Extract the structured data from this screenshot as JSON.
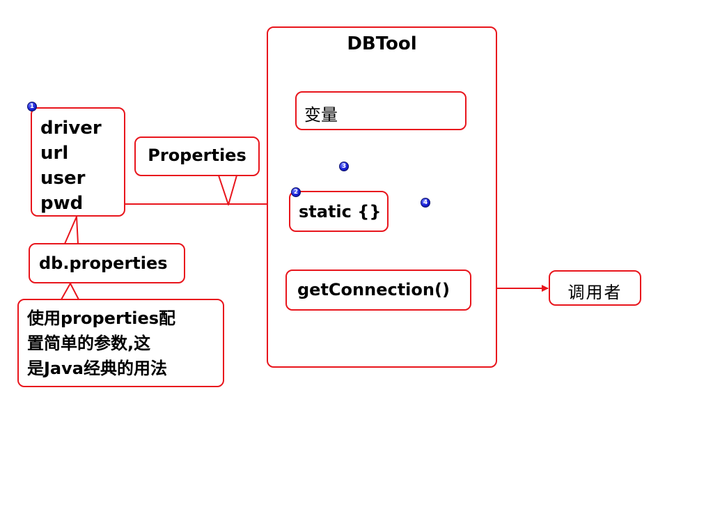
{
  "container": {
    "title": "DBTool"
  },
  "config_box": {
    "lines": [
      "driver",
      "url",
      "user",
      "pwd"
    ]
  },
  "properties_callout": {
    "label": "Properties"
  },
  "db_properties_callout": {
    "label": "db.properties"
  },
  "note_callout": {
    "lines": [
      "使用properties配",
      "置简单的参数,这",
      "是Java经典的用法"
    ]
  },
  "variable_box": {
    "label": "变量"
  },
  "static_box": {
    "label": "static {}"
  },
  "get_connection_box": {
    "label": "getConnection()"
  },
  "caller_box": {
    "label": "调用者"
  },
  "step_badges": [
    "1",
    "2",
    "3",
    "4"
  ],
  "colors": {
    "stroke": "#e8151c",
    "badge": "#1a22d6"
  }
}
